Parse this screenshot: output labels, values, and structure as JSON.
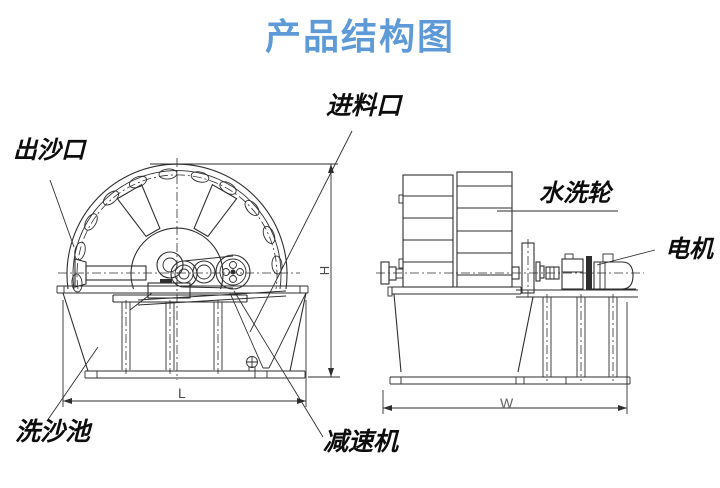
{
  "title": "产品结构图",
  "labels": {
    "feed_inlet": "进料口",
    "sand_outlet": "出沙口",
    "washing_wheel": "水洗轮",
    "motor": "电机",
    "washing_tank": "洗沙池",
    "reducer": "减速机"
  },
  "dimensions": {
    "height": "H",
    "length": "L",
    "width": "W"
  },
  "colors": {
    "title": "#5e9ad8",
    "line": "#2e2e2e",
    "label": "#0d0d0d",
    "background": "#ffffff"
  }
}
